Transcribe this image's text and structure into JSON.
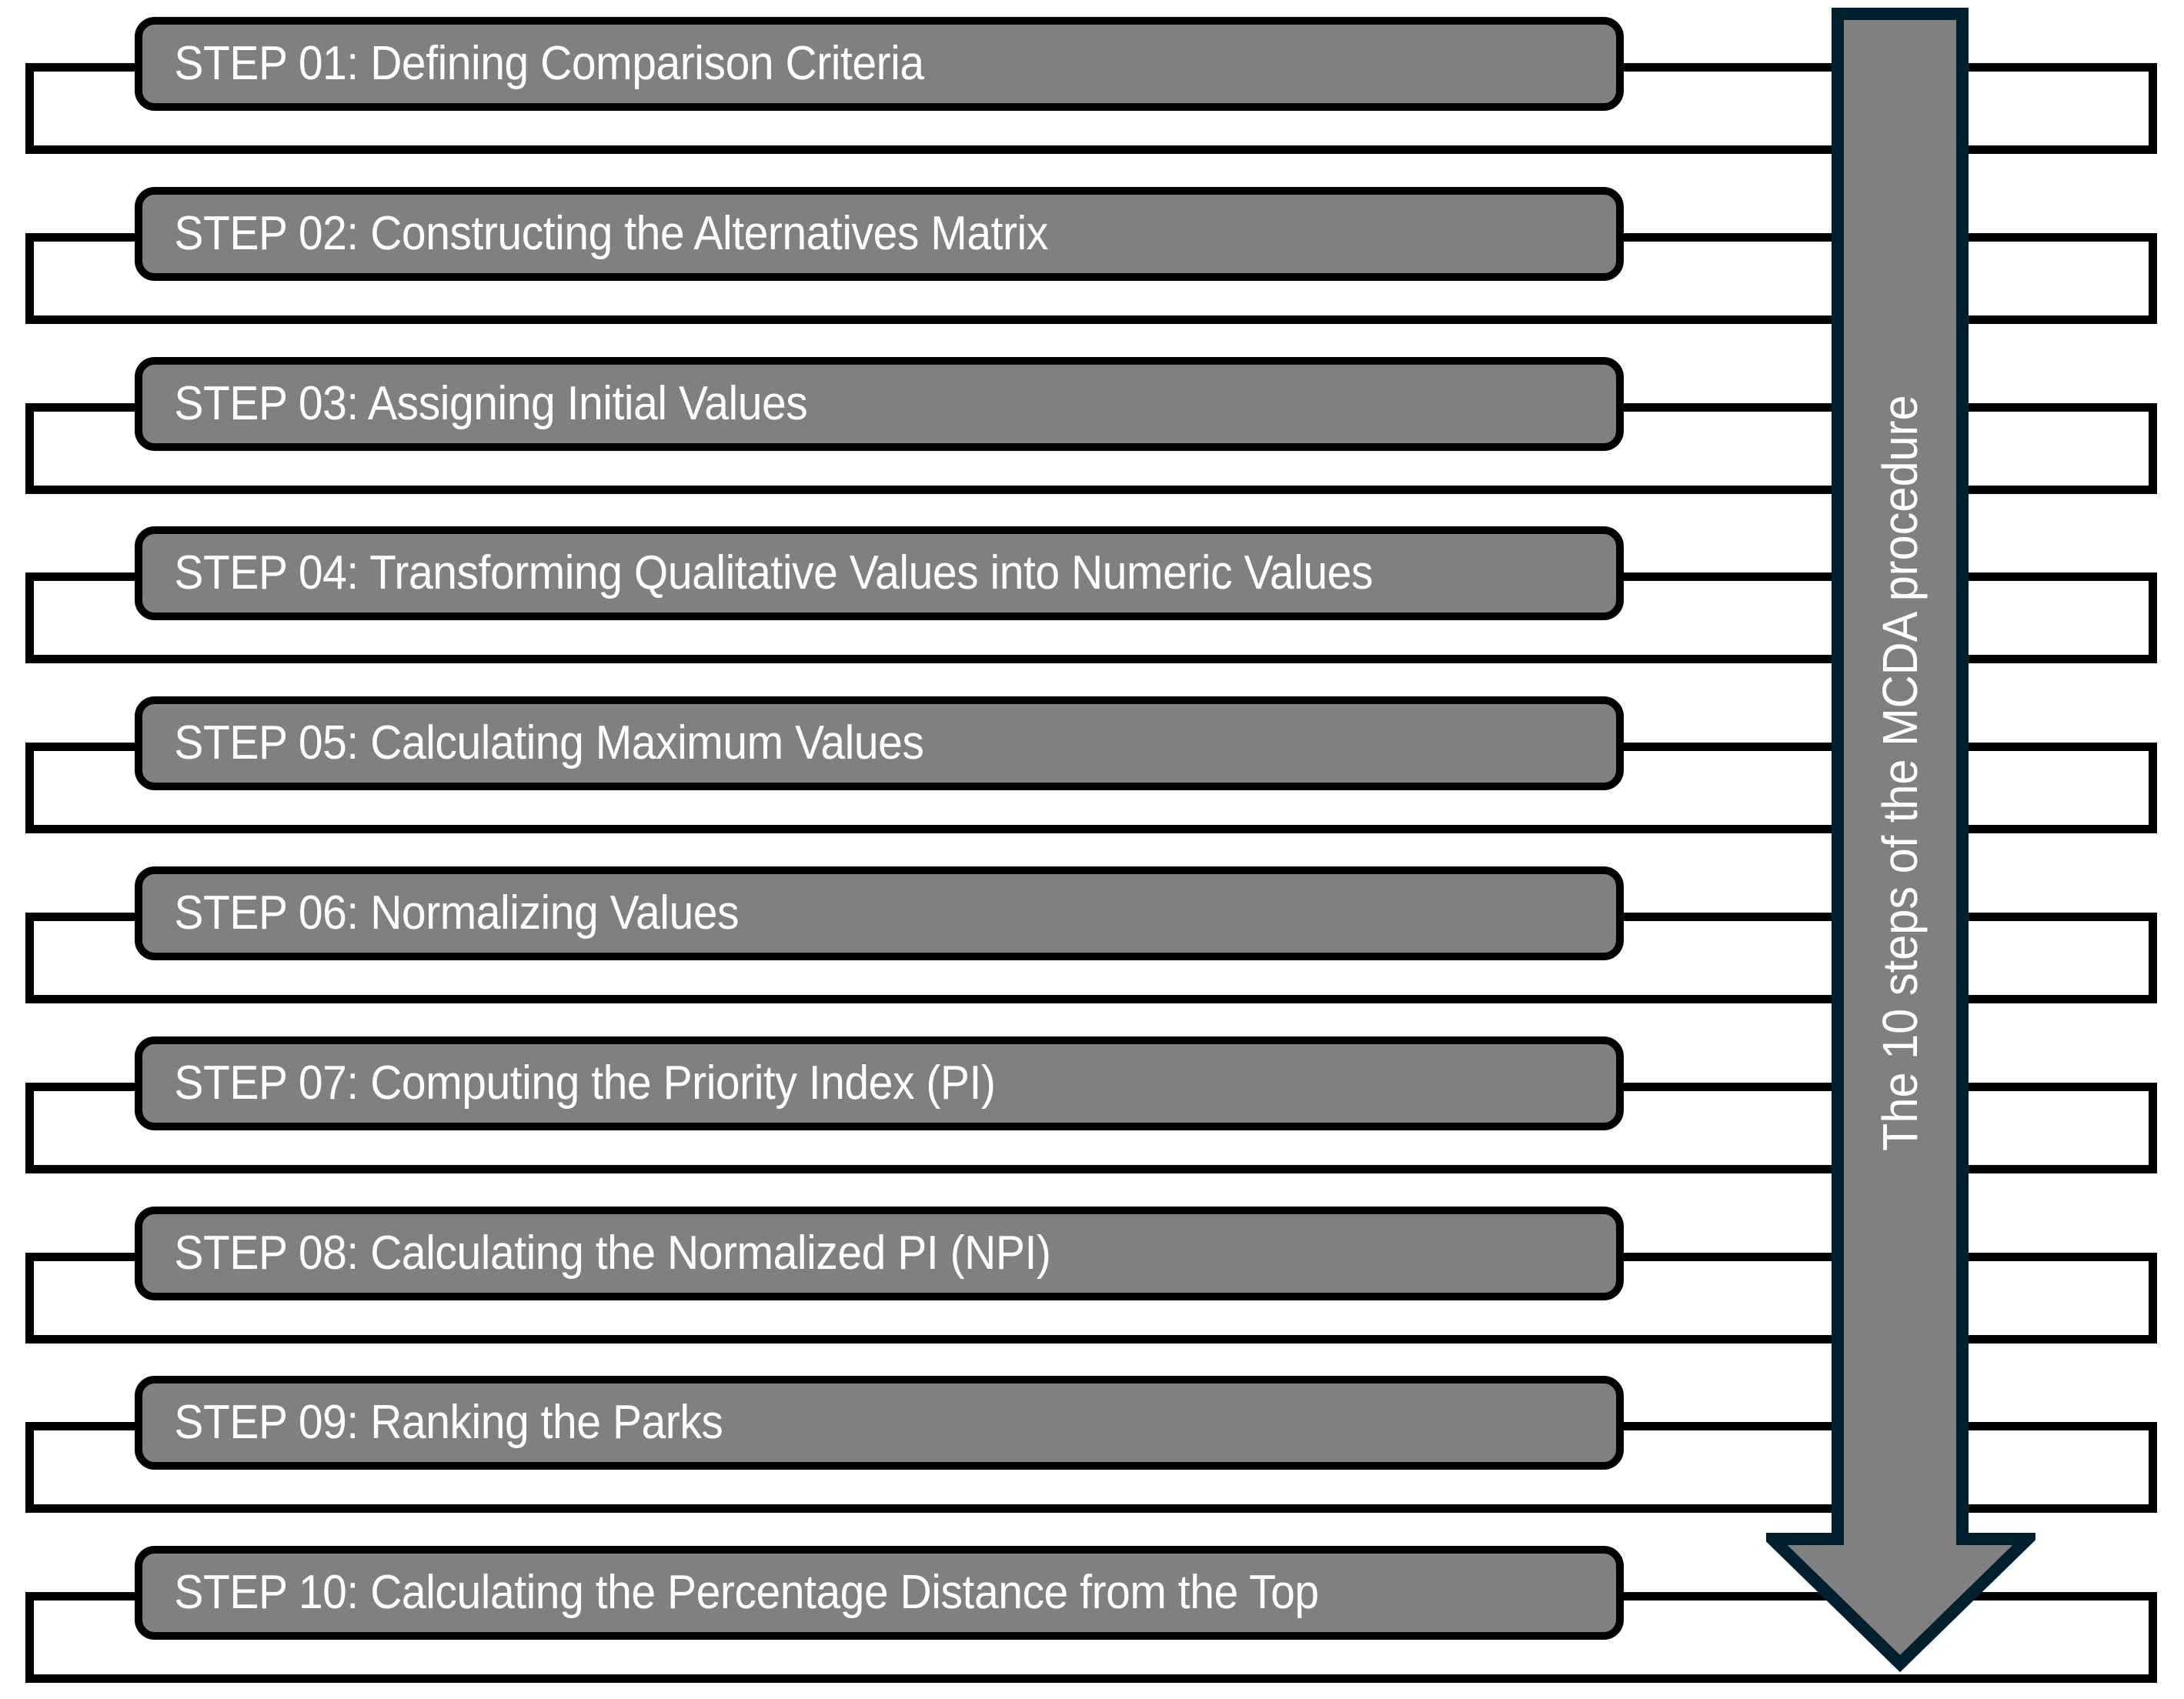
{
  "diagram": {
    "title": "The 10 steps of the MCDA procedure",
    "arrow": {
      "label": "The 10 steps of the MCDA procedure",
      "direction": "down",
      "fill_color": "#808080",
      "stroke_color": "#00202f"
    },
    "style": {
      "step_fill": "#808080",
      "step_stroke": "#000000",
      "step_text_color": "#ffffff",
      "rect_fill": "#ffffff",
      "rect_stroke": "#000000",
      "background": "#ffffff"
    },
    "steps": [
      {
        "number": "01",
        "label": "STEP 01: Defining Comparison Criteria"
      },
      {
        "number": "02",
        "label": "STEP 02: Constructing the Alternatives Matrix"
      },
      {
        "number": "03",
        "label": "STEP 03: Assigning Initial Values"
      },
      {
        "number": "04",
        "label": "STEP 04: Transforming Qualitative Values into Numeric Values"
      },
      {
        "number": "05",
        "label": "STEP 05: Calculating Maximum Values"
      },
      {
        "number": "06",
        "label": "STEP 06: Normalizing Values"
      },
      {
        "number": "07",
        "label": "STEP 07: Computing the Priority Index (PI)"
      },
      {
        "number": "08",
        "label": "STEP 08: Calculating the Normalized PI (NPI)"
      },
      {
        "number": "09",
        "label": "STEP 09: Ranking the Parks"
      },
      {
        "number": "10",
        "label": "STEP 10: Calculating the Percentage Distance from the Top"
      }
    ]
  }
}
